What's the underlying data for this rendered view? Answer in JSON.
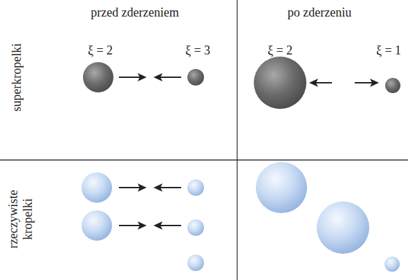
{
  "diagram": {
    "labels": [
      "przed zderzeniem",
      "po zderzeniu",
      "superkropelki",
      "rzeczywiste kropelki",
      "ξ = 2",
      "ξ = 3",
      "ξ = 2",
      "ξ = 1"
    ]
  }
}
